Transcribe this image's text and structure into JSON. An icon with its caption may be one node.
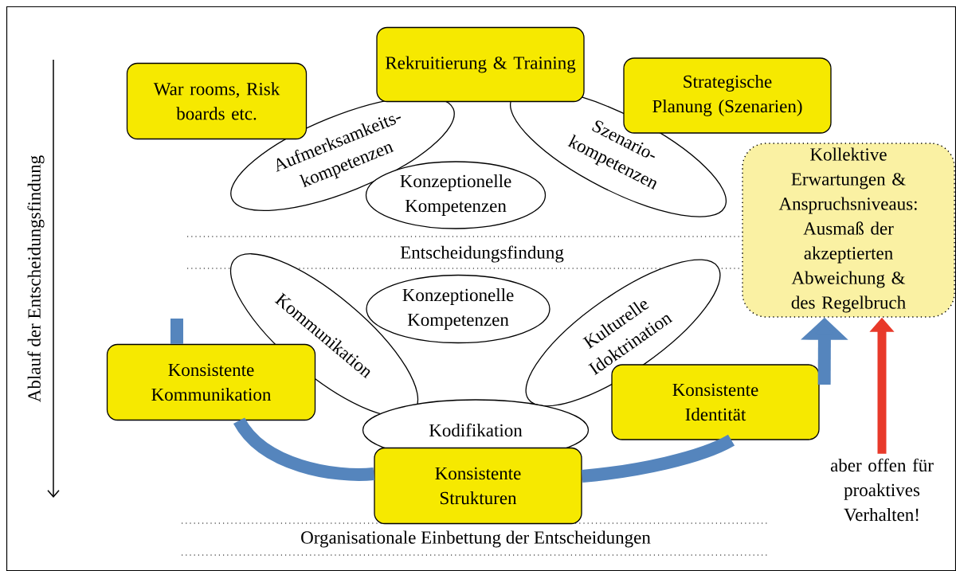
{
  "diagram": {
    "nodes": [
      {
        "text": [
          "War rooms, Risk boards etc."
        ]
      },
      {
        "text": [
          "Rekruitierung & Training"
        ]
      },
      {
        "text": [
          "Strategische Planung (Szenarien)"
        ]
      },
      {
        "text": [
          "Aufmerksamkeits- kompetenzen"
        ]
      },
      {
        "text": [
          "Szenario- kompetenzen"
        ]
      },
      {
        "text": [
          "Konzeptionelle Kompetenzen"
        ]
      },
      {
        "text": [
          "Kollektive Erwartungen & Anspruchsniveaus: Ausmaß der akzeptierten Abweichung & des Regelbruch"
        ]
      },
      {
        "text": [
          "Kommunikation"
        ]
      },
      {
        "text": [
          "Konzeptionelle Kompetenzen"
        ]
      },
      {
        "text": [
          "Kulturelle Idoktrination"
        ]
      },
      {
        "text": [
          "Konsistente Kommunikation"
        ]
      },
      {
        "text": [
          "Konsistente Identität"
        ]
      },
      {
        "text": [
          "Kodifikation"
        ]
      },
      {
        "text": [
          "Konsistente Strukturen"
        ]
      },
      {
        "text": [
          "aber offen für proaktives Verhalten!"
        ]
      }
    ],
    "edges": [
      {
        "from": null,
        "to": 10,
        "arrow": "none"
      },
      {
        "from": 10,
        "to": 13,
        "arrow": "none"
      },
      {
        "from": 13,
        "to": 11,
        "arrow": "none"
      },
      {
        "from": 11,
        "to": 6,
        "arrow": "to"
      },
      {
        "from": 14,
        "to": 6,
        "arrow": "to",
        "color": "#e8392a"
      }
    ],
    "labels": [
      "Ablauf der Entscheidungsfindung",
      "Entscheidungsfindung",
      "Organisationale Einbettung der Entscheidungen"
    ]
  }
}
